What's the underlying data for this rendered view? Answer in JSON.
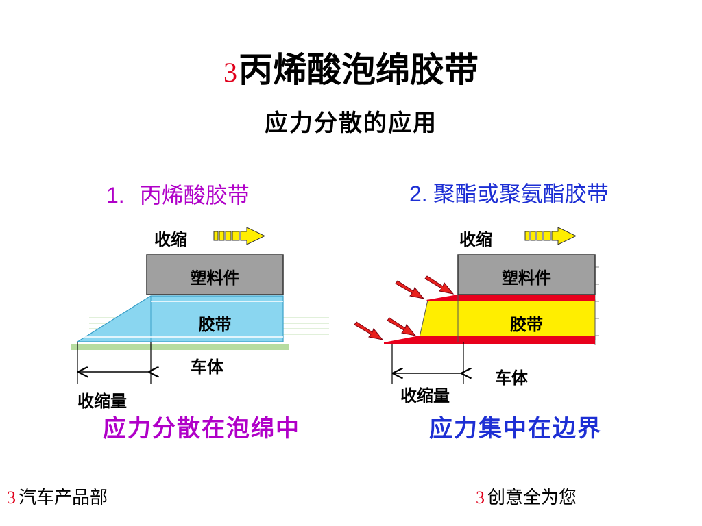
{
  "title": {
    "number": "3",
    "text": "丙烯酸泡绵胶带"
  },
  "subtitle": "应力分散的应用",
  "panel_left": {
    "number": "1.",
    "heading": "丙烯酸胶带",
    "shrink_label": "收缩",
    "plastic_label": "塑料件",
    "tape_label": "胶带",
    "body_label": "车体",
    "shrink_amount_label": "收缩量",
    "conclusion": "应力分散在泡绵中"
  },
  "panel_right": {
    "number": "2.",
    "heading": "聚酯或聚氨酯胶带",
    "shrink_label": "收缩",
    "plastic_label": "塑料件",
    "tape_label": "胶带",
    "body_label": "车体",
    "shrink_amount_label": "收缩量",
    "conclusion": "应力集中在边界"
  },
  "footer": {
    "left_number": "3",
    "left_text": "汽车产品部",
    "right_number": "3",
    "right_text": "创意全为您"
  },
  "colors": {
    "title_number": "#e0001b",
    "left_heading": "#b000c8",
    "right_heading": "#1d2fd4",
    "plastic_part": "#a0a0a0",
    "acrylic_tape": "#8ad6f0",
    "polyester_tape": "#ffee00",
    "stress_edge": "#e8001c",
    "car_body": "#b6dca0",
    "arrow_fill": "#ffee00"
  }
}
